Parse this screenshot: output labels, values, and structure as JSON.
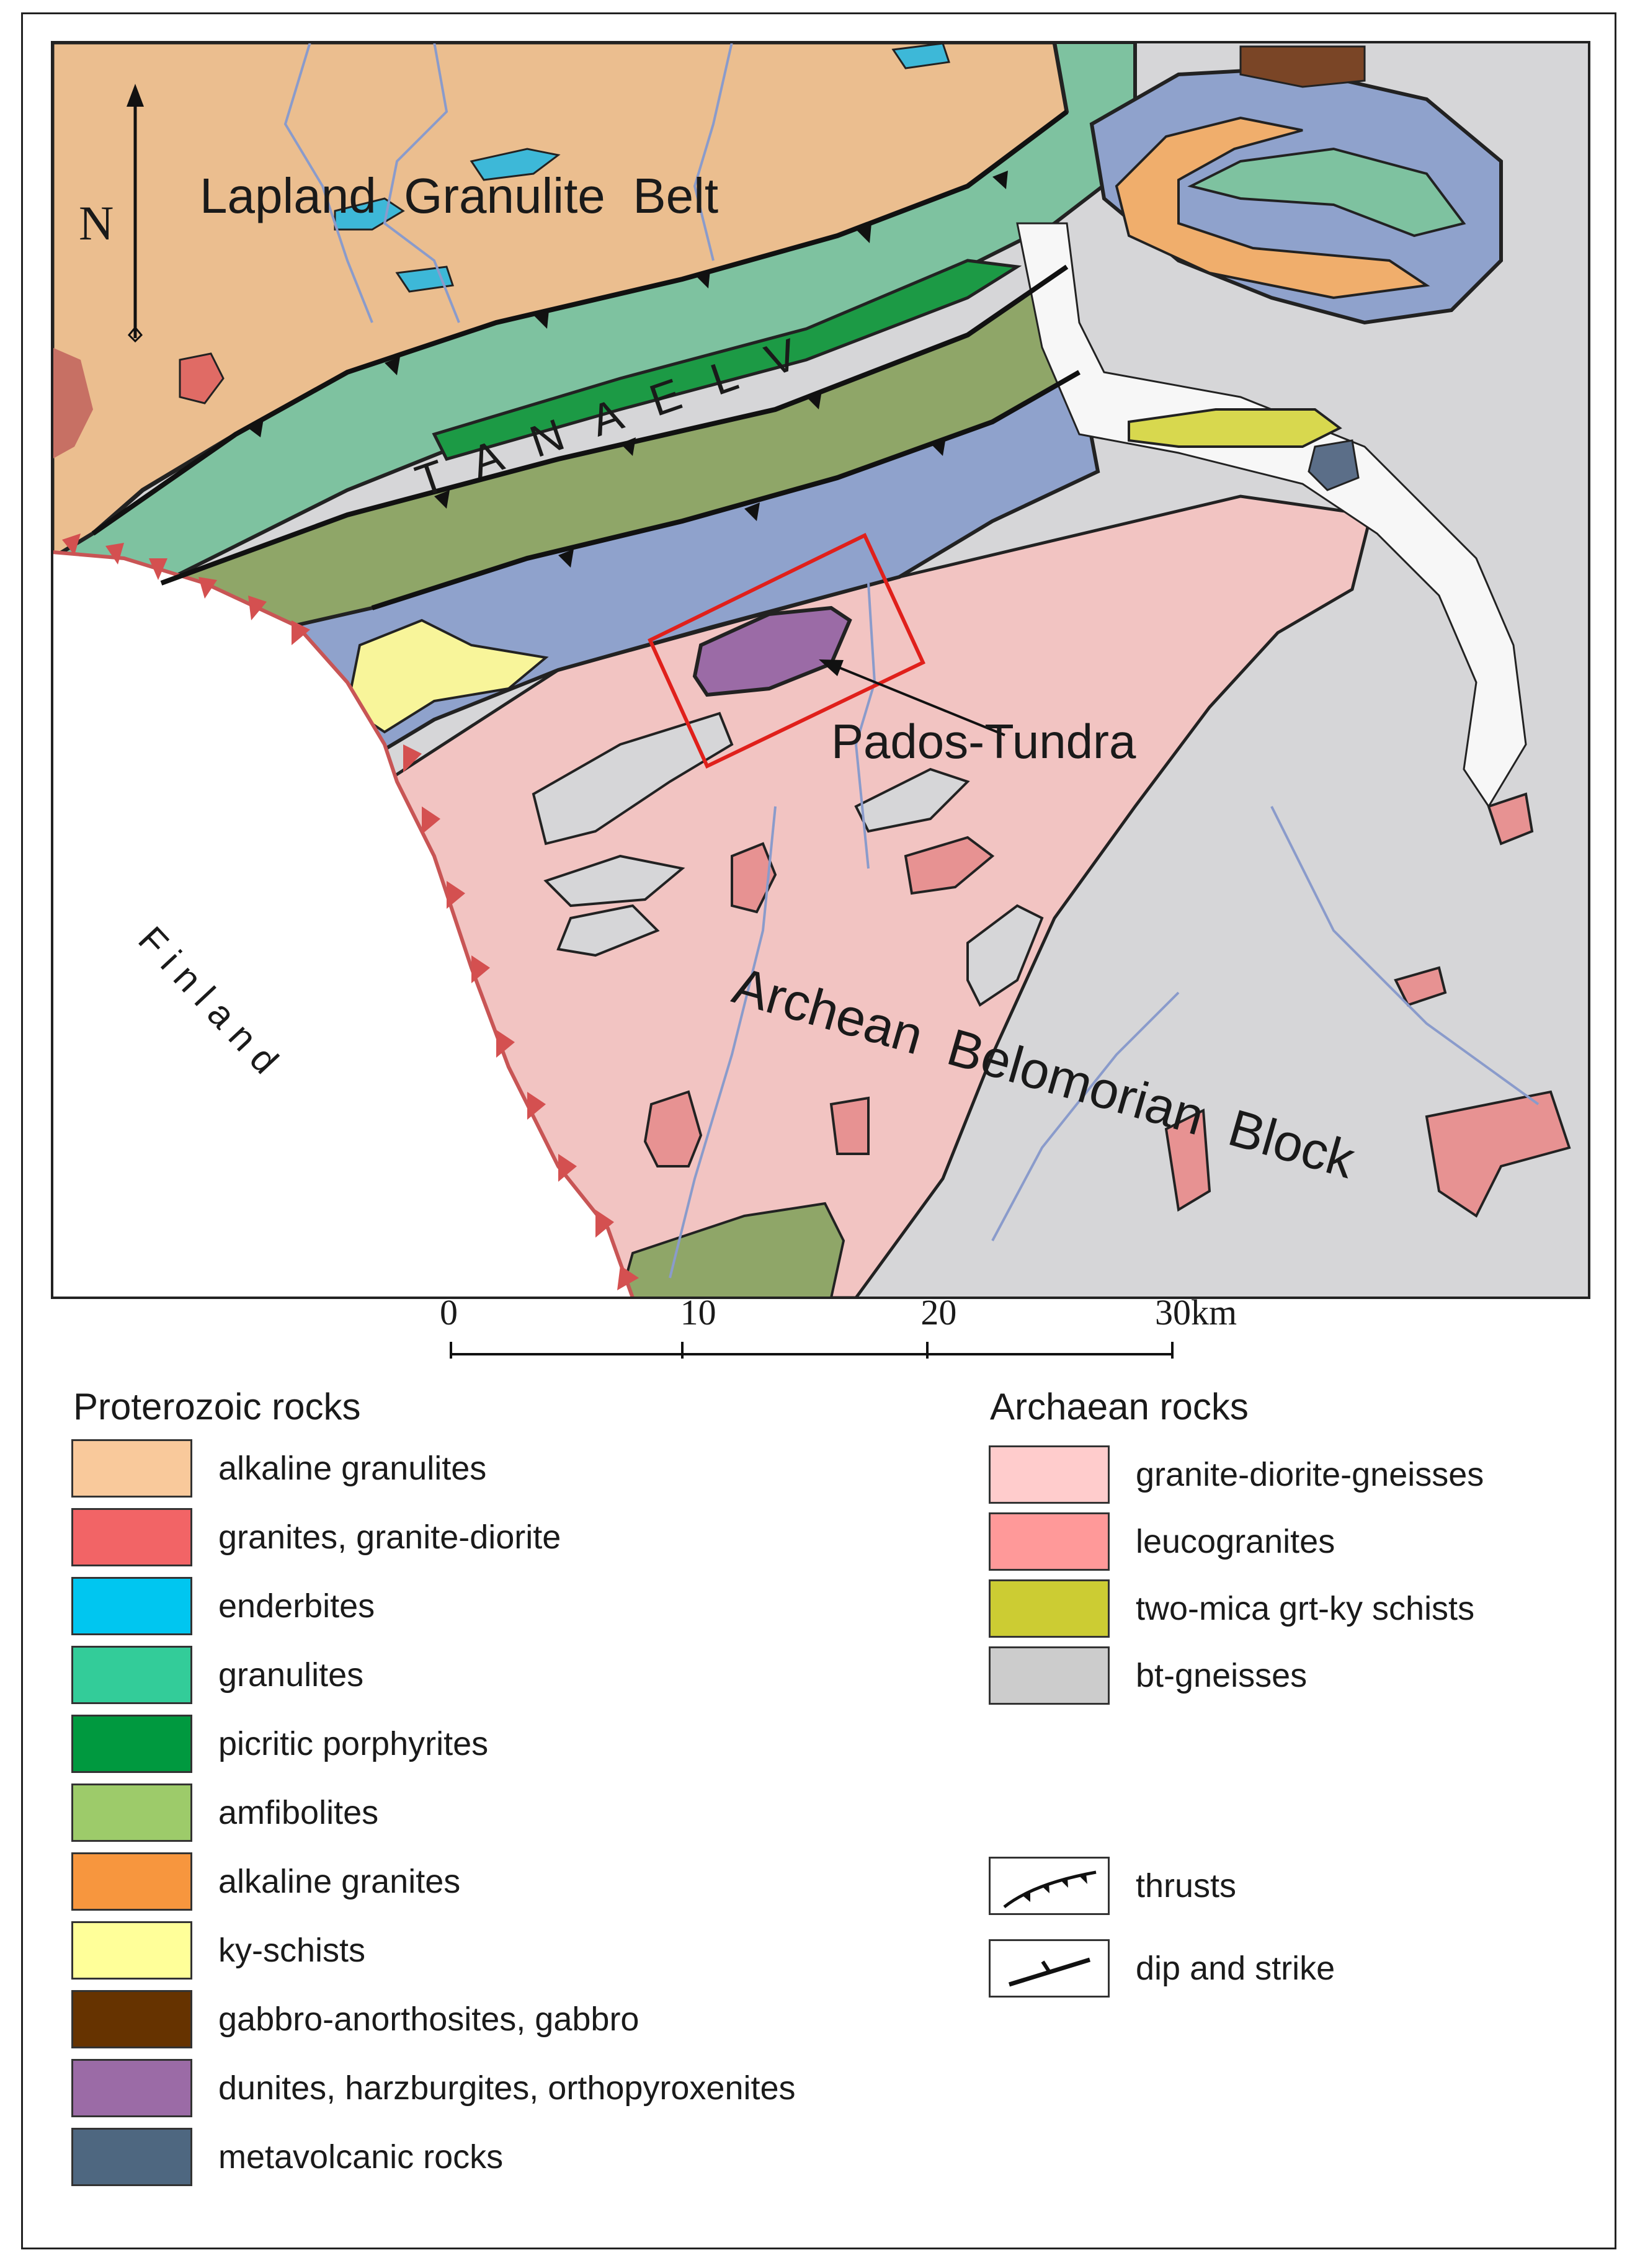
{
  "map": {
    "compass_label": "N",
    "labels": {
      "granulite_belt": "Lapland  Granulite  Belt",
      "tanaelv": "T A N A E L V",
      "pados_tundra": "Pados-Tundra",
      "finland": "F i n l a n d",
      "belomorian_block": "Archean  Belomorian  Block"
    },
    "scale_bar": {
      "ticks": [
        "0",
        "10",
        "20",
        "30km"
      ],
      "values_km": [
        0,
        10,
        20,
        30
      ]
    }
  },
  "legend": {
    "proterozoic": {
      "title": "Proterozoic rocks",
      "items": [
        {
          "label": "alkaline granulites",
          "color": "#F9C99B"
        },
        {
          "label": "granites, granite-diorite",
          "color": "#F26466"
        },
        {
          "label": "enderbites",
          "color": "#00C6F0"
        },
        {
          "label": "granulites",
          "color": "#33CC99"
        },
        {
          "label": "picritic porphyrites",
          "color": "#00993F"
        },
        {
          "label": "amfibolites",
          "color": "#9DCB6A"
        },
        {
          "label": "alkaline granites",
          "color": "#F7963E"
        },
        {
          "label": "ky-schists",
          "color": "#FFFF99"
        },
        {
          "label": "gabbro-anorthosites, gabbro",
          "color": "#663300"
        },
        {
          "label": "dunites, harzburgites, orthopyroxenites",
          "color": "#9B6BA6"
        },
        {
          "label": "metavolcanic rocks",
          "color": "#4E6780"
        }
      ]
    },
    "archaean": {
      "title": "Archaean rocks",
      "items": [
        {
          "label": "granite-diorite-gneisses",
          "color": "#FFCCCC"
        },
        {
          "label": "leucogranites",
          "color": "#FF9999"
        },
        {
          "label": "two-mica grt-ky schists",
          "color": "#CCCC33"
        },
        {
          "label": "bt-gneisses",
          "color": "#CCCCCC"
        }
      ]
    },
    "symbols": [
      {
        "label": "thrusts",
        "icon": "thrust-line-icon"
      },
      {
        "label": "dip and strike",
        "icon": "dip-strike-icon"
      }
    ]
  },
  "colors": {
    "map_granulite_belt": "#EBBE8F",
    "map_archean_block": "#F2C4C2",
    "map_bt_gneiss": "#D6D6D8",
    "map_tanaelv_blue": "#8FA2CC",
    "map_green_granulite": "#7EC2A0",
    "map_amfibolite_olive": "#8FA668",
    "highlight_box": "#E0201B"
  }
}
